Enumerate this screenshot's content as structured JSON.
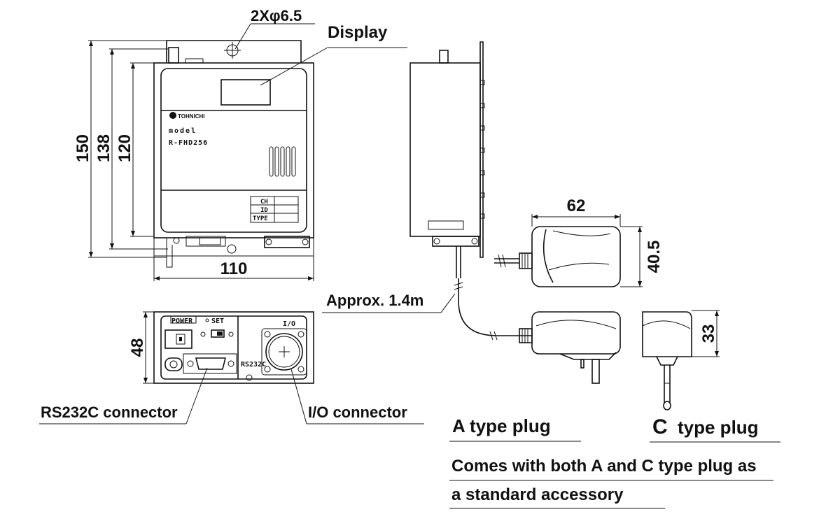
{
  "dimensions": {
    "hole": "2Xφ6.5",
    "height_150": "150",
    "height_138": "138",
    "height_120": "120",
    "width_110": "110",
    "depth_48": "48",
    "adapter_width_62": "62",
    "adapter_height_40_5": "40.5",
    "plug_height_33": "33"
  },
  "labels": {
    "display": "Display",
    "cable_length": "Approx. 1.4m",
    "rs232c_connector": "RS232C connector",
    "io_connector": "I/O connector",
    "a_plug": "A type plug",
    "c_plug_letter": "C",
    "c_plug_rest": "type plug",
    "note_line1": "Comes with both A and C type plug as",
    "note_line2": "a standard accessory"
  },
  "device": {
    "brand": "TOHNICHI",
    "model_label": "model",
    "model_number": "R-FHD256",
    "table_rows": [
      "CH",
      "ID",
      "TYPE"
    ]
  },
  "panel": {
    "power": "POWER",
    "set": "SET",
    "rs232c": "RS232C",
    "io": "I/O"
  }
}
